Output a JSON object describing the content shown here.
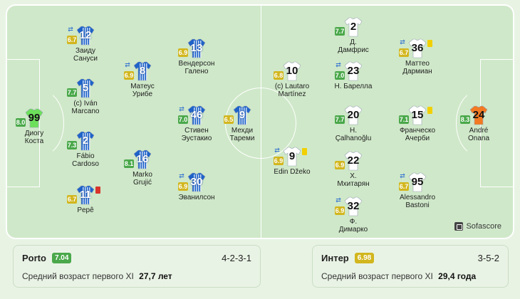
{
  "colors": {
    "pitch": "#cfe8c9",
    "home_shirt": "#1f63c9",
    "away_shirt": "#ffffff",
    "home_gk": "#6de05b",
    "away_gk": "#f37a22",
    "rating_green": "#4aa84a",
    "rating_yellow": "#d2b61e",
    "rating_lightgreen": "#8cb82e"
  },
  "home": {
    "team": "Porto",
    "rating": "7.04",
    "formation": "4-2-3-1",
    "avg_age_label": "Средний возраст первого XI",
    "avg_age_value": "27,7 лет",
    "players": [
      {
        "num": "99",
        "name": "Диогу\nКоста",
        "rating": "8.0",
        "kind": "gk",
        "sub": false,
        "card": "none"
      },
      {
        "num": "12",
        "name": "Заиду\nСануси",
        "rating": "6.7",
        "kind": "field",
        "sub": true,
        "card": "none"
      },
      {
        "num": "5",
        "name": "(c) Iván\nMarcano",
        "rating": "7.7",
        "kind": "field",
        "sub": false,
        "card": "none"
      },
      {
        "num": "2",
        "name": "Fábio\nCardoso",
        "rating": "7.3",
        "kind": "field",
        "sub": false,
        "card": "none"
      },
      {
        "num": "11",
        "name": "Pepê",
        "rating": "6.7",
        "kind": "field",
        "sub": false,
        "card": "red"
      },
      {
        "num": "8",
        "name": "Матеус\nУрибе",
        "rating": "6.9",
        "kind": "field",
        "sub": true,
        "card": "none"
      },
      {
        "num": "16",
        "name": "Marko\nGrujić",
        "rating": "8.1",
        "kind": "field",
        "sub": false,
        "card": "none"
      },
      {
        "num": "13",
        "name": "Вендерсон\nГалено",
        "rating": "6.9",
        "kind": "field",
        "sub": false,
        "card": "none"
      },
      {
        "num": "46",
        "name": "Стивен\nЭустакио",
        "rating": "7.0",
        "kind": "field",
        "sub": true,
        "card": "none"
      },
      {
        "num": "30",
        "name": "Эванилсон",
        "rating": "6.9",
        "kind": "field",
        "sub": true,
        "card": "none"
      },
      {
        "num": "9",
        "name": "Мехди\nТареми",
        "rating": "6.5",
        "kind": "field",
        "sub": false,
        "card": "none"
      }
    ]
  },
  "away": {
    "team": "Интер",
    "rating": "6.98",
    "formation": "3-5-2",
    "avg_age_label": "Средний возраст первого XI",
    "avg_age_value": "29,4 года",
    "players": [
      {
        "num": "10",
        "name": "(c) Lautaro\nMartínez",
        "rating": "6.8",
        "kind": "field",
        "sub": false,
        "card": "none"
      },
      {
        "num": "9",
        "name": "Edin Džeko",
        "rating": "6.9",
        "kind": "field",
        "sub": true,
        "card": "yellow"
      },
      {
        "num": "2",
        "name": "Д.\nДамфрис",
        "rating": "7.7",
        "kind": "field",
        "sub": false,
        "card": "none"
      },
      {
        "num": "23",
        "name": "Н. Барелла",
        "rating": "7.0",
        "kind": "field",
        "sub": true,
        "card": "none"
      },
      {
        "num": "20",
        "name": "Н.\nÇalhanoğlu",
        "rating": "7.7",
        "kind": "field",
        "sub": false,
        "card": "none"
      },
      {
        "num": "22",
        "name": "Х.\nМхитарян",
        "rating": "6.9",
        "kind": "field",
        "sub": false,
        "card": "none"
      },
      {
        "num": "32",
        "name": "Ф.\nДимарко",
        "rating": "6.9",
        "kind": "field",
        "sub": true,
        "card": "none"
      },
      {
        "num": "36",
        "name": "Маттео\nДармиан",
        "rating": "6.7",
        "kind": "field",
        "sub": true,
        "card": "yellow"
      },
      {
        "num": "15",
        "name": "Франческо\nАчерби",
        "rating": "7.1",
        "kind": "field",
        "sub": false,
        "card": "yellow"
      },
      {
        "num": "95",
        "name": "Alessandro\nBastoni",
        "rating": "6.7",
        "kind": "field",
        "sub": true,
        "card": "none"
      },
      {
        "num": "24",
        "name": "André\nOnana",
        "rating": "8.3",
        "kind": "gk",
        "sub": false,
        "card": "none"
      }
    ]
  },
  "watermark": "Sofascore"
}
